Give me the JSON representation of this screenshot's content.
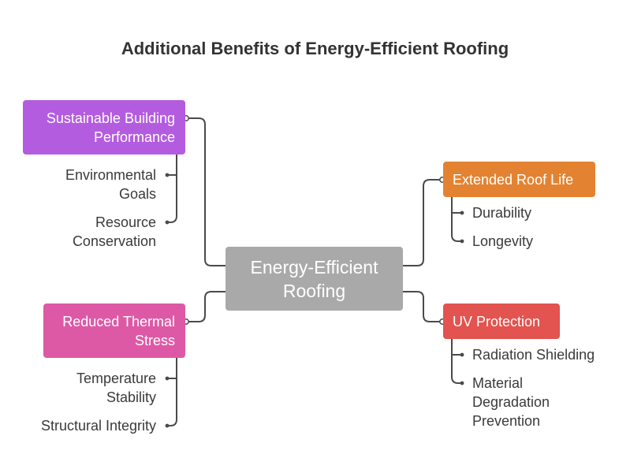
{
  "title": "Additional Benefits of Energy-Efficient Roofing",
  "colors": {
    "center": "#a9a9a9",
    "sustainable": "#b45ce0",
    "thermal": "#dd59a6",
    "roof_life": "#e38331",
    "uv": "#e3534f",
    "connector": "#4a4a4a"
  },
  "center": {
    "label": "Energy-Efficient\nRoofing"
  },
  "branches": {
    "sustainable": {
      "label": "Sustainable Building\nPerformance",
      "leaves": [
        "Environmental\nGoals",
        "Resource\nConservation"
      ]
    },
    "thermal": {
      "label": "Reduced Thermal\nStress",
      "leaves": [
        "Temperature\nStability",
        "Structural Integrity"
      ]
    },
    "roof_life": {
      "label": "Extended Roof Life",
      "leaves": [
        "Durability",
        "Longevity"
      ]
    },
    "uv": {
      "label": "UV Protection",
      "leaves": [
        "Radiation Shielding",
        "Material\nDegradation\nPrevention"
      ]
    }
  }
}
